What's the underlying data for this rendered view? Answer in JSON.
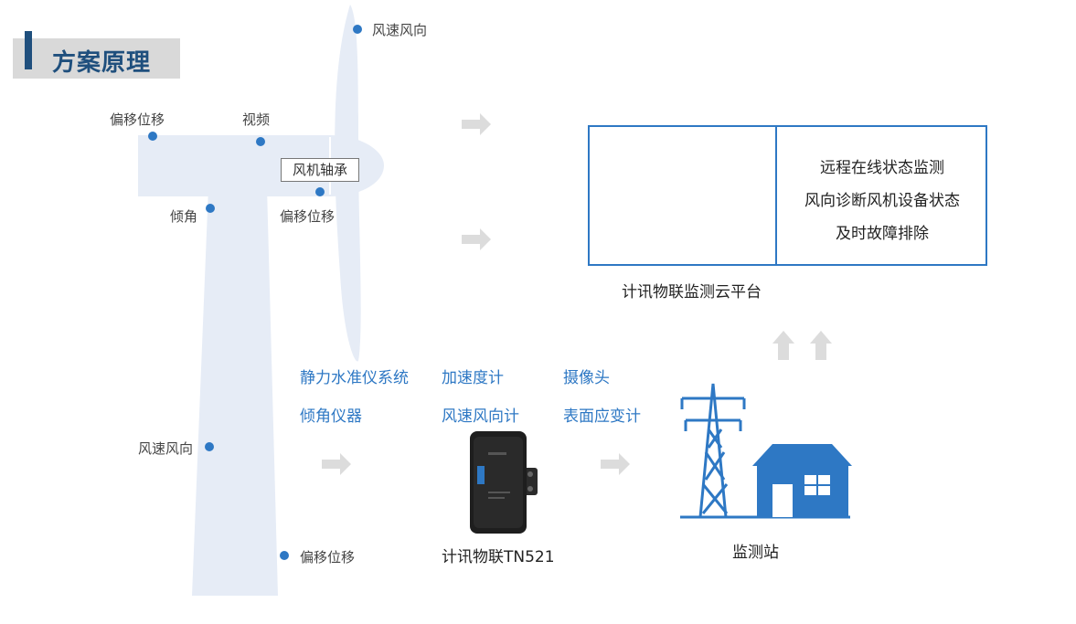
{
  "title": "方案原理",
  "turbine": {
    "top_wind_label": "风速风向",
    "nacelle_offset_label": "偏移位移",
    "video_label": "视频",
    "bearing_label": "风机轴承",
    "tilt_label": "倾角",
    "hub_offset_label": "偏移位移",
    "tower_wind_label": "风速风向",
    "base_offset_label": "偏移位移"
  },
  "sensors": {
    "col1": [
      "静力水准仪系统",
      "倾角仪器"
    ],
    "col2": [
      "加速度计",
      "风速风向计"
    ],
    "col3": [
      "摄像头",
      "表面应变计"
    ]
  },
  "device": {
    "caption": "计讯物联TN521"
  },
  "platform": {
    "caption": "计讯物联监测云平台",
    "features": [
      "远程在线状态监测",
      "风向诊断风机设备状态",
      "及时故障排除"
    ]
  },
  "station": {
    "caption": "监测站"
  },
  "colors": {
    "accent": "#2e78c4",
    "title": "#1f4f7d",
    "turbine": "#e6ecf6",
    "arrow": "#d4d4d4"
  }
}
